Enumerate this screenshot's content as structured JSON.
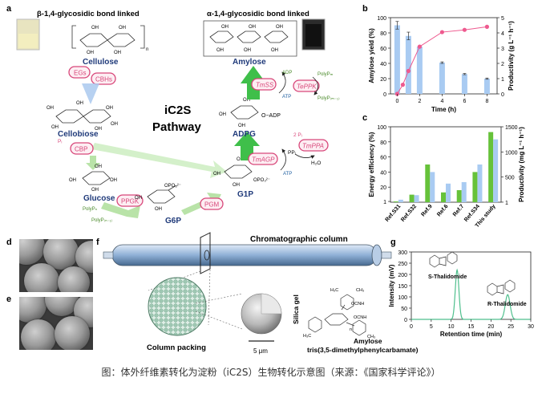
{
  "panel_labels": {
    "a": "a",
    "b": "b",
    "c": "c",
    "d": "d",
    "e": "e",
    "f": "f",
    "g": "g"
  },
  "panel_a": {
    "beta_title": "β-1,4-glycosidic bond linked",
    "alpha_title": "α-1,4-glycosidic bond linked",
    "cellulose": "Cellulose",
    "amylose": "Amylose",
    "egs": "EGs",
    "cbhs": "CBHs",
    "cellobiose": "Cellobiose",
    "center_title_1": "iC2S",
    "center_title_2": "Pathway",
    "pi": "Pᵢ",
    "cbp": "CBP",
    "glucose": "Glucose",
    "ppgk": "PPGK",
    "polyp_n": "PolyPₙ",
    "polyp_n_minus": "PolyP₍ₙ₋₁₎",
    "g6p": "G6P",
    "opo3_g6p": "OPO₃²⁻",
    "pgm": "PGM",
    "g1p": "G1P",
    "opo3_g1p": "OPO₃²⁻",
    "tmagp": "TmAGP",
    "ppi": "PPᵢ",
    "atp_agp": "ATP",
    "tmppa": "TmPPA",
    "two_pi": "2 Pᵢ",
    "h2o": "H₂O",
    "adpg": "ADPG",
    "oadp": "O−ADP",
    "tmss": "TmSS",
    "adp": "ADP",
    "atp_ss": "ATP",
    "teppk": "TePPK",
    "polyp_m": "PolyPₘ",
    "polyp_m_minus": "PolyP₍ₘ₋₁₎",
    "oh": "OH",
    "o": "O",
    "n_sub": "n"
  },
  "colors": {
    "navy": "#1f3a7a",
    "pink_enzyme": "#d8477a",
    "green_arrow": "#3fbf4a",
    "light_green_arrow": "#b9e3a8",
    "light_blue_arrow": "#aac9ee",
    "bar_blue": "#a9cbf2",
    "bar_green": "#66c23a",
    "line_pink": "#ee5a8f",
    "peak_green": "#4fbf8d"
  },
  "panel_b": {
    "chart_data": {
      "type": "bar+line",
      "x": [
        0,
        1,
        2,
        4,
        6,
        8
      ],
      "xlabel": "Time (h)",
      "xticks": [
        "0",
        "2",
        "4",
        "6",
        "8"
      ],
      "xlim": [
        -0.6,
        8.9
      ],
      "series": [
        {
          "name": "Amylose yield",
          "axis": "left",
          "type": "line",
          "x": [
            0,
            0.5,
            1,
            2,
            4,
            6,
            8
          ],
          "values": [
            0,
            12,
            30,
            62,
            81,
            84,
            88
          ],
          "color": "#ee5a8f"
        },
        {
          "name": "Productivity",
          "axis": "right",
          "type": "bar",
          "x": [
            0,
            1,
            2,
            4,
            6,
            8
          ],
          "values": [
            4.5,
            3.8,
            3.1,
            2.05,
            1.3,
            1.0
          ],
          "errors": [
            0.25,
            0.25,
            0.0,
            0.05,
            0.04,
            0.04
          ],
          "color": "#a9cbf2"
        }
      ],
      "ylabel_left": "Amylose yield (%)",
      "ylim_left": [
        0,
        100
      ],
      "yticks_left": [
        "0",
        "20",
        "40",
        "60",
        "80",
        "100"
      ],
      "ylabel_right": "Productivity (g L⁻¹ h⁻¹)",
      "ylim_right": [
        0,
        5
      ],
      "yticks_right": [
        "0",
        "1",
        "2",
        "3",
        "4",
        "5"
      ]
    }
  },
  "panel_c": {
    "chart_data": {
      "type": "bar",
      "categories": [
        "Ref.S31",
        "Ref.S32",
        "Ref.9",
        "Ref.6",
        "Ref.7",
        "Ref.S34",
        "This study"
      ],
      "series": [
        {
          "name": "Energy efficiency",
          "axis": "left",
          "values": [
            1,
            10,
            50,
            13,
            16,
            40,
            93
          ],
          "color": "#66c23a"
        },
        {
          "name": "Productivity",
          "axis": "right",
          "values": [
            50,
            140,
            600,
            370,
            400,
            750,
            1250
          ],
          "color": "#a9cbf2"
        }
      ],
      "ylabel_left": "Energy efficiency (%)",
      "yticks_left": [
        "1",
        "20",
        "40",
        "60",
        "80",
        "100"
      ],
      "ylim_left": [
        0,
        100
      ],
      "ylabel_right": "Productivity (mg L⁻¹ h⁻¹)",
      "yticks_right": [
        "1",
        "500",
        "1000",
        "1500"
      ],
      "ylim_right": [
        0,
        1500
      ]
    }
  },
  "panel_f": {
    "column_title": "Chromatographic column",
    "column_packing": "Column packing",
    "scale": "5 μm",
    "silica_gel": "Silica gel",
    "amylose_label": "Amylose",
    "cspname": "tris(3,5-dimethylphenylcarbamate)",
    "ocnh": "OCNH",
    "h3c": "H₃C",
    "ch3": "CH₃",
    "h": "H",
    "o": "O",
    "n": "n"
  },
  "panel_g": {
    "chart_data": {
      "type": "line",
      "xlabel": "Retention time (min)",
      "ylabel": "Intensity (mV)",
      "xlim": [
        0,
        30
      ],
      "ylim": [
        0,
        300
      ],
      "xticks": [
        "0",
        "5",
        "10",
        "15",
        "20",
        "25",
        "30"
      ],
      "yticks": [
        "0",
        "50",
        "100",
        "150",
        "200",
        "250",
        "300"
      ],
      "peaks": [
        {
          "name": "S-Thalidomide",
          "x": 11.5,
          "height": 220,
          "width": 0.45
        },
        {
          "name": "R-Thalidomide",
          "x": 24.2,
          "height": 110,
          "width": 0.6
        }
      ],
      "color": "#4fbf8d"
    },
    "s_label": "S-Thalidomide",
    "r_label": "R-Thalidomide"
  },
  "caption": "图：体外纤维素转化为淀粉（iC2S）生物转化示意图（来源：《国家科学评论》）"
}
